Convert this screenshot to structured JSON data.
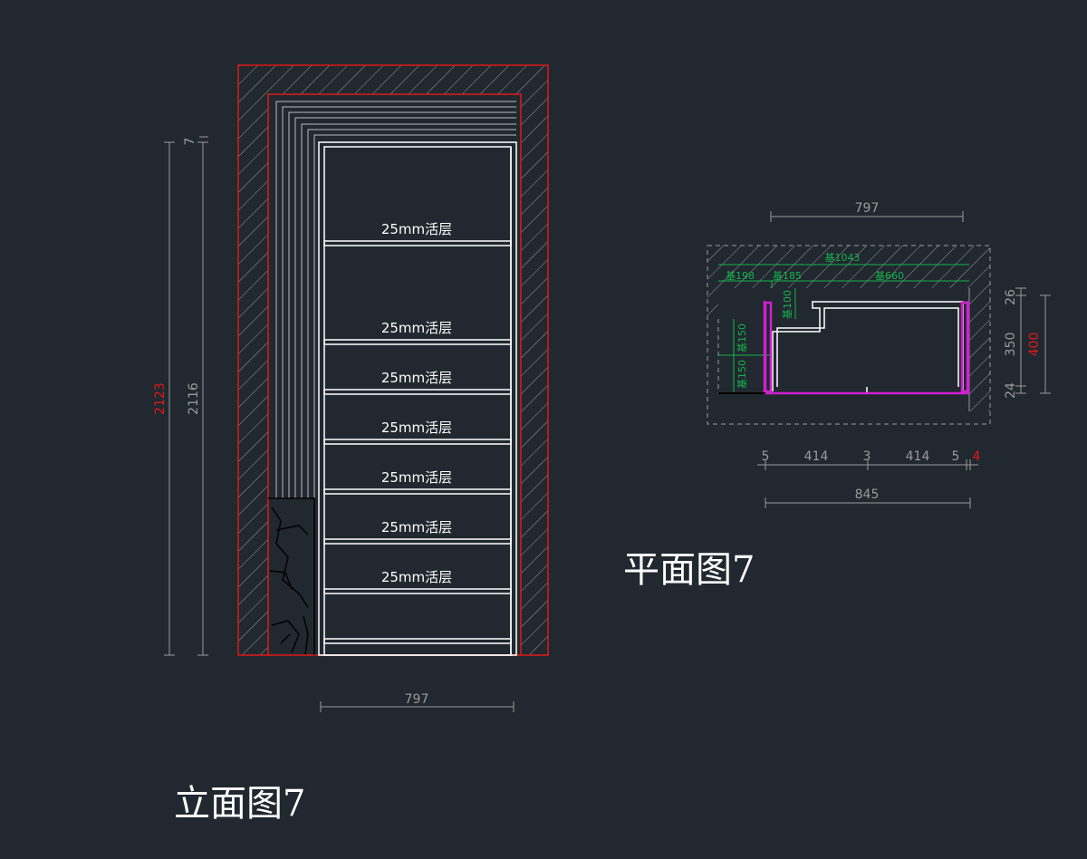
{
  "titles": {
    "elevation": "立面图7",
    "plan": "平面图7"
  },
  "elevation": {
    "shelf_label": "25mm活层",
    "dim_height_overall": "2123",
    "dim_height_inner": "2116",
    "dim_top_small": "7",
    "dim_width": "797"
  },
  "plan": {
    "dim_top": "797",
    "dims_bottom": [
      "5",
      "414",
      "3",
      "414",
      "5"
    ],
    "dim_bottom_extra": "4",
    "dim_bottom_total": "845",
    "dims_right": [
      "26",
      "350",
      "24"
    ],
    "dim_right_total": "400",
    "green_labels": [
      "基1043",
      "基198",
      "基185",
      "基660",
      "基100",
      "基150",
      "基150"
    ]
  },
  "colors": {
    "background": "#212830",
    "wall_red": "#e01818",
    "hatch": "#9a9a9a",
    "cabinet": "#ffffff",
    "panel_magenta": "#d020d0",
    "annotation_green": "#14b44a"
  }
}
